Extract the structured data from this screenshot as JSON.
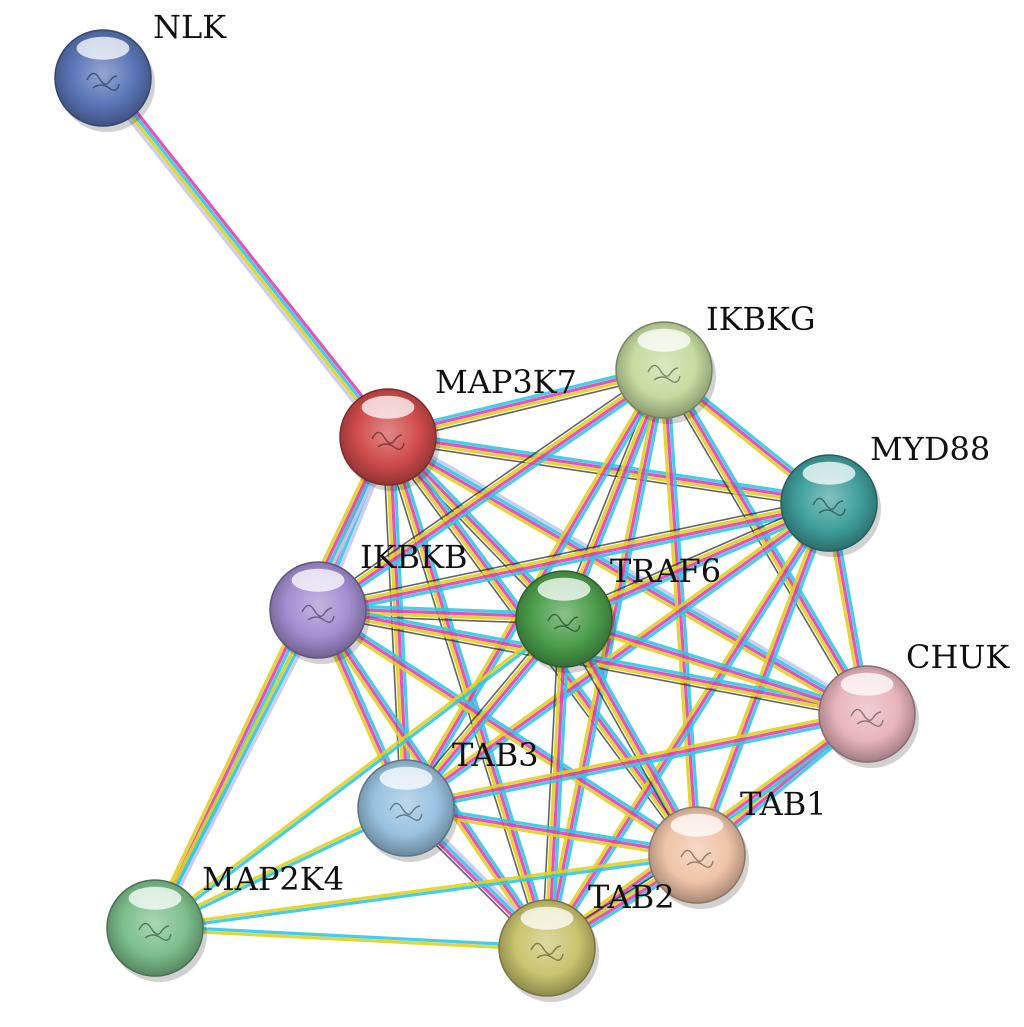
{
  "nodes": [
    {
      "id": "NLK",
      "label": "NLK",
      "color": "#5a76b8"
    },
    {
      "id": "MAP3K7",
      "label": "MAP3K7",
      "color": "#d04b4b"
    },
    {
      "id": "IKBKG",
      "label": "IKBKG",
      "color": "#c5dca0"
    },
    {
      "id": "MYD88",
      "label": "MYD88",
      "color": "#3f9f9c"
    },
    {
      "id": "IKBKB",
      "label": "IKBKB",
      "color": "#a38ed1"
    },
    {
      "id": "TRAF6",
      "label": "TRAF6",
      "color": "#4c9e4c"
    },
    {
      "id": "CHUK",
      "label": "CHUK",
      "color": "#e8b4bc"
    },
    {
      "id": "TAB3",
      "label": "TAB3",
      "color": "#99c2e0"
    },
    {
      "id": "TAB1",
      "label": "TAB1",
      "color": "#efc4a8"
    },
    {
      "id": "MAP2K4",
      "label": "MAP2K4",
      "color": "#7cc08c"
    },
    {
      "id": "TAB2",
      "label": "TAB2",
      "color": "#c9c46e"
    }
  ],
  "edges": [
    {
      "source": "NLK",
      "target": "MAP3K7",
      "colors": [
        "#e040b0",
        "#30c8e8",
        "#e0d020",
        "#c8c8f0"
      ]
    },
    {
      "source": "MAP3K7",
      "target": "IKBKG",
      "colors": [
        "#30c8e8",
        "#e040b0",
        "#e0d020",
        "#303030"
      ]
    },
    {
      "source": "MAP3K7",
      "target": "MYD88",
      "colors": [
        "#30c8e8",
        "#e040b0",
        "#e0d020",
        "#303030"
      ]
    },
    {
      "source": "MAP3K7",
      "target": "IKBKB",
      "colors": [
        "#c8c8f0",
        "#30c8e8",
        "#e040b0",
        "#e0d020"
      ]
    },
    {
      "source": "MAP3K7",
      "target": "TRAF6",
      "colors": [
        "#30c8e8",
        "#e040b0",
        "#e0d020",
        "#303030"
      ]
    },
    {
      "source": "MAP3K7",
      "target": "CHUK",
      "colors": [
        "#c8c8f0",
        "#30c8e8",
        "#e040b0",
        "#e0d020"
      ]
    },
    {
      "source": "MAP3K7",
      "target": "TAB3",
      "colors": [
        "#30c8e8",
        "#e040b0",
        "#e0d020",
        "#303030"
      ]
    },
    {
      "source": "MAP3K7",
      "target": "TAB1",
      "colors": [
        "#30c8e8",
        "#e040b0",
        "#e0d020",
        "#303030"
      ]
    },
    {
      "source": "MAP3K7",
      "target": "MAP2K4",
      "colors": [
        "#c8c8f0",
        "#30c8e8",
        "#e040b0",
        "#e0d020"
      ]
    },
    {
      "source": "MAP3K7",
      "target": "TAB2",
      "colors": [
        "#30c8e8",
        "#e040b0",
        "#e0d020",
        "#303030"
      ]
    },
    {
      "source": "IKBKG",
      "target": "MYD88",
      "colors": [
        "#30c8e8",
        "#e040b0",
        "#e0d020"
      ]
    },
    {
      "source": "IKBKG",
      "target": "IKBKB",
      "colors": [
        "#30c8e8",
        "#e040b0",
        "#e0d020",
        "#303030"
      ]
    },
    {
      "source": "IKBKG",
      "target": "TRAF6",
      "colors": [
        "#30c8e8",
        "#e040b0",
        "#e0d020",
        "#303030"
      ]
    },
    {
      "source": "IKBKG",
      "target": "CHUK",
      "colors": [
        "#30c8e8",
        "#e040b0",
        "#e0d020",
        "#303030"
      ]
    },
    {
      "source": "IKBKG",
      "target": "TAB1",
      "colors": [
        "#30c8e8",
        "#e040b0",
        "#e0d020"
      ]
    },
    {
      "source": "IKBKG",
      "target": "TAB2",
      "colors": [
        "#30c8e8",
        "#e040b0",
        "#e0d020"
      ]
    },
    {
      "source": "IKBKG",
      "target": "TAB3",
      "colors": [
        "#30c8e8",
        "#e040b0",
        "#e0d020"
      ]
    },
    {
      "source": "MYD88",
      "target": "IKBKB",
      "colors": [
        "#30c8e8",
        "#e040b0",
        "#e0d020",
        "#303030"
      ]
    },
    {
      "source": "MYD88",
      "target": "TRAF6",
      "colors": [
        "#30c8e8",
        "#e040b0",
        "#e0d020",
        "#303030"
      ]
    },
    {
      "source": "MYD88",
      "target": "CHUK",
      "colors": [
        "#30c8e8",
        "#e040b0",
        "#e0d020"
      ]
    },
    {
      "source": "MYD88",
      "target": "TAB1",
      "colors": [
        "#30c8e8",
        "#e040b0",
        "#e0d020"
      ]
    },
    {
      "source": "MYD88",
      "target": "TAB2",
      "colors": [
        "#30c8e8",
        "#e040b0",
        "#e0d020"
      ]
    },
    {
      "source": "MYD88",
      "target": "TAB3",
      "colors": [
        "#30c8e8",
        "#e040b0",
        "#e0d020"
      ]
    },
    {
      "source": "IKBKB",
      "target": "TRAF6",
      "colors": [
        "#30c8e8",
        "#e040b0",
        "#e0d020",
        "#303030"
      ]
    },
    {
      "source": "IKBKB",
      "target": "CHUK",
      "colors": [
        "#30c8e8",
        "#e040b0",
        "#e0d020",
        "#303030"
      ]
    },
    {
      "source": "IKBKB",
      "target": "TAB3",
      "colors": [
        "#30c8e8",
        "#e040b0",
        "#e0d020"
      ]
    },
    {
      "source": "IKBKB",
      "target": "TAB1",
      "colors": [
        "#30c8e8",
        "#e040b0",
        "#e0d020"
      ]
    },
    {
      "source": "IKBKB",
      "target": "TAB2",
      "colors": [
        "#30c8e8",
        "#e040b0",
        "#e0d020"
      ]
    },
    {
      "source": "IKBKB",
      "target": "MAP2K4",
      "colors": [
        "#c8c8f0",
        "#30c8e8",
        "#e0d020"
      ]
    },
    {
      "source": "TRAF6",
      "target": "CHUK",
      "colors": [
        "#30c8e8",
        "#e040b0",
        "#e0d020"
      ]
    },
    {
      "source": "TRAF6",
      "target": "TAB3",
      "colors": [
        "#30c8e8",
        "#e040b0",
        "#e0d020",
        "#303030"
      ]
    },
    {
      "source": "TRAF6",
      "target": "TAB1",
      "colors": [
        "#30c8e8",
        "#e040b0",
        "#e0d020",
        "#303030"
      ]
    },
    {
      "source": "TRAF6",
      "target": "TAB2",
      "colors": [
        "#30c8e8",
        "#e040b0",
        "#e0d020",
        "#303030"
      ]
    },
    {
      "source": "TRAF6",
      "target": "MAP2K4",
      "colors": [
        "#30c8e8",
        "#e0d020"
      ]
    },
    {
      "source": "CHUK",
      "target": "TAB3",
      "colors": [
        "#30c8e8",
        "#e040b0",
        "#e0d020"
      ]
    },
    {
      "source": "CHUK",
      "target": "TAB1",
      "colors": [
        "#30c8e8",
        "#e040b0",
        "#e0d020"
      ]
    },
    {
      "source": "CHUK",
      "target": "TAB2",
      "colors": [
        "#30c8e8",
        "#e040b0",
        "#e0d020"
      ]
    },
    {
      "source": "TAB3",
      "target": "TAB1",
      "colors": [
        "#30c8e8",
        "#e040b0",
        "#e0d020"
      ]
    },
    {
      "source": "TAB3",
      "target": "TAB2",
      "colors": [
        "#c8c8f0",
        "#30c8e8",
        "#e040b0",
        "#303030"
      ]
    },
    {
      "source": "TAB3",
      "target": "MAP2K4",
      "colors": [
        "#30c8e8",
        "#e0d020"
      ]
    },
    {
      "source": "TAB1",
      "target": "TAB2",
      "colors": [
        "#30c8e8",
        "#e040b0",
        "#e0d020",
        "#303030"
      ]
    },
    {
      "source": "TAB1",
      "target": "MAP2K4",
      "colors": [
        "#30c8e8",
        "#e0d020"
      ]
    },
    {
      "source": "MAP2K4",
      "target": "TAB2",
      "colors": [
        "#30c8e8",
        "#e0d020"
      ]
    }
  ]
}
